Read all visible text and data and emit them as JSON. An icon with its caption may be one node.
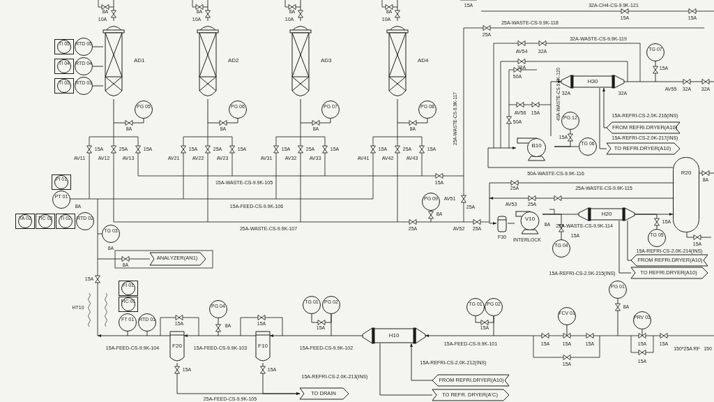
{
  "diagram": {
    "nodes": [
      {
        "text": [
          "AD1"
        ]
      },
      {
        "text": [
          "AD2"
        ]
      },
      {
        "text": [
          "AD3"
        ]
      },
      {
        "text": [
          "AD4"
        ]
      },
      {
        "text": [
          "TI 05"
        ]
      },
      {
        "text": [
          "RTD 05"
        ]
      },
      {
        "text": [
          "TI 04"
        ]
      },
      {
        "text": [
          "RTD 04"
        ]
      },
      {
        "text": [
          "TI 03"
        ]
      },
      {
        "text": [
          "RTD 03"
        ]
      },
      {
        "text": [
          "PG 05"
        ]
      },
      {
        "text": [
          "PG 06"
        ]
      },
      {
        "text": [
          "PG 07"
        ]
      },
      {
        "text": [
          "PG 08"
        ]
      },
      {
        "text": [
          "PI 01"
        ]
      },
      {
        "text": [
          "PT 01"
        ]
      },
      {
        "text": [
          "TA 02"
        ]
      },
      {
        "text": [
          "TIC 02"
        ]
      },
      {
        "text": [
          "TI 02"
        ]
      },
      {
        "text": [
          "RTD 02"
        ]
      },
      {
        "text": [
          "TG 03"
        ]
      },
      {
        "text": [
          "ANALYZER(AN1)"
        ]
      },
      {
        "text": [
          "FI 01"
        ]
      },
      {
        "text": [
          "FIC 01"
        ]
      },
      {
        "text": [
          "FT 01"
        ]
      },
      {
        "text": [
          "RTD 01"
        ]
      },
      {
        "text": [
          "F20"
        ]
      },
      {
        "text": [
          "PG 04"
        ]
      },
      {
        "text": [
          "F10"
        ]
      },
      {
        "text": [
          "TO DRAIN"
        ]
      },
      {
        "text": [
          "TG 01"
        ]
      },
      {
        "text": [
          "PG 02"
        ]
      },
      {
        "text": [
          "H10"
        ]
      },
      {
        "text": [
          "FROM REFRI.DRYER(A10)"
        ]
      },
      {
        "text": [
          "TO REFR. DRYER(A'C)"
        ]
      },
      {
        "text": [
          "TG 01"
        ]
      },
      {
        "text": [
          "PG 02"
        ]
      },
      {
        "text": [
          "FCV 01"
        ]
      },
      {
        "text": [
          "PG 01"
        ]
      },
      {
        "text": [
          "PRV 01"
        ]
      },
      {
        "text": [
          "PG 09"
        ]
      },
      {
        "text": [
          "TG 07"
        ]
      },
      {
        "text": [
          "H30"
        ]
      },
      {
        "text": [
          "PG 12"
        ]
      },
      {
        "text": [
          "B10"
        ]
      },
      {
        "text": [
          "TG 06"
        ]
      },
      {
        "text": [
          "FROM REFRI.DRYER(A10)"
        ]
      },
      {
        "text": [
          "TO REFRI.DRYER(A10)"
        ]
      },
      {
        "text": [
          "R20"
        ]
      },
      {
        "text": [
          "V10"
        ]
      },
      {
        "text": [
          "F30"
        ]
      },
      {
        "text": [
          "H20"
        ]
      },
      {
        "text": [
          "TG 04"
        ]
      },
      {
        "text": [
          "TG 05"
        ]
      },
      {
        "text": [
          "FROM REFRI.DRYER(A10)"
        ]
      },
      {
        "text": [
          "TO REFRI.DRYER(A10)"
        ]
      }
    ],
    "edges": [
      {
        "from": 32,
        "to": 28,
        "arrow": "to"
      },
      {
        "from": 28,
        "to": 26,
        "arrow": "to"
      },
      {
        "from": 26,
        "to": 29,
        "arrow": "to"
      },
      {
        "from": 28,
        "to": 29,
        "arrow": "to"
      },
      {
        "from": 33,
        "to": 32,
        "arrow": "to"
      },
      {
        "from": 32,
        "to": 34,
        "arrow": "none"
      },
      {
        "from": 44,
        "to": 42,
        "arrow": "to"
      },
      {
        "from": 46,
        "to": 42,
        "arrow": "to"
      },
      {
        "from": 42,
        "to": 47,
        "arrow": "none"
      },
      {
        "from": 48,
        "to": 44,
        "arrow": "to"
      },
      {
        "from": 48,
        "to": 50,
        "arrow": "to"
      },
      {
        "from": 49,
        "to": 51,
        "arrow": "none"
      },
      {
        "from": 51,
        "to": 48,
        "arrow": "to"
      },
      {
        "from": 50,
        "to": 49,
        "arrow": "none"
      },
      {
        "from": 54,
        "to": 51,
        "arrow": "none"
      },
      {
        "from": 51,
        "to": 55,
        "arrow": "none"
      },
      {
        "from": 5,
        "to": 0,
        "arrow": "none"
      },
      {
        "from": 7,
        "to": 0,
        "arrow": "none"
      },
      {
        "from": 9,
        "to": 0,
        "arrow": "none"
      },
      {
        "from": 44,
        "to": 45,
        "arrow": "none"
      },
      {
        "from": 0,
        "to": 10,
        "arrow": "none"
      },
      {
        "from": 1,
        "to": 11,
        "arrow": "none"
      },
      {
        "from": 2,
        "to": 12,
        "arrow": "none"
      },
      {
        "from": 3,
        "to": 13,
        "arrow": "none"
      },
      {
        "from": 0,
        "to": null,
        "arrow": "none"
      },
      {
        "from": 1,
        "to": null,
        "arrow": "none"
      },
      {
        "from": 2,
        "to": null,
        "arrow": "none"
      },
      {
        "from": 3,
        "to": null,
        "arrow": "none"
      },
      {
        "from": 15,
        "to": null,
        "arrow": "none"
      },
      {
        "from": null,
        "to": 20,
        "arrow": "none"
      },
      {
        "from": null,
        "to": 24,
        "arrow": "none"
      },
      {
        "from": null,
        "to": 25,
        "arrow": "none"
      },
      {
        "from": null,
        "to": 27,
        "arrow": "none"
      },
      {
        "from": 31,
        "to": 30,
        "arrow": "none"
      },
      {
        "from": null,
        "to": 31,
        "arrow": "none"
      },
      {
        "from": 36,
        "to": 35,
        "arrow": "none"
      },
      {
        "from": null,
        "to": 36,
        "arrow": "none"
      },
      {
        "from": null,
        "to": 37,
        "arrow": "none"
      },
      {
        "from": null,
        "to": 38,
        "arrow": "none"
      },
      {
        "from": null,
        "to": 39,
        "arrow": "none"
      },
      {
        "from": null,
        "to": 40,
        "arrow": "none"
      },
      {
        "from": null,
        "to": 41,
        "arrow": "none"
      },
      {
        "from": 44,
        "to": 43,
        "arrow": "none"
      },
      {
        "from": 49,
        "to": 52,
        "arrow": "none"
      },
      {
        "from": 51,
        "to": 53,
        "arrow": "none"
      },
      {
        "from": 26,
        "to": null,
        "arrow": "to"
      },
      {
        "from": null,
        "to": 32,
        "arrow": "to"
      },
      {
        "from": 42,
        "to": null,
        "arrow": "none"
      },
      {
        "from": 48,
        "to": null,
        "arrow": "to"
      },
      {
        "from": 48,
        "to": null,
        "arrow": "none"
      },
      {
        "from": 48,
        "to": null,
        "arrow": "none"
      },
      {
        "from": null,
        "to": 21,
        "arrow": "none"
      }
    ],
    "labels": [
      "8A",
      "10A",
      "8A",
      "10A",
      "8A",
      "10A",
      "8A",
      "10A",
      "8A",
      "8A",
      "8A",
      "8A",
      "AV11",
      "15A",
      "AV12",
      "25A",
      "AV13",
      "15A",
      "AV21",
      "15A",
      "AV22",
      "25A",
      "AV23",
      "15A",
      "AV31",
      "15A",
      "AV32",
      "25A",
      "AV33",
      "15A",
      "AV41",
      "15A",
      "AV42",
      "25A",
      "AV43",
      "15A",
      "15A-WASTE-CS-9.9K-105",
      "15A-FEED-CS-9.9K-106",
      "25A-WASTE-CS-9.9K-107",
      "15A",
      "8A",
      "25A-WASTE-CS-9.9K-117",
      "8A",
      "AV51",
      "25A",
      "25A",
      "AV52",
      "25A",
      "8A",
      "8A",
      "15A",
      "HT10",
      "15A",
      "15A-FEED-CS-9.9K-104",
      "15A",
      "8A",
      "15A",
      "15A-FEED-CS-9.9K-103",
      "15A",
      "25A-FEED-CS-9.9K-105",
      "15A",
      "15A-FEED-CS-9.9K-102",
      "15A-REFRI-CS-2.0K-212(INS)",
      "15A-REFRI-CS-2.0K-213(INS)",
      "15A",
      "15A-FEED-CS-9.9K-101",
      "15A",
      "15A",
      "15A",
      "15A",
      "8A",
      "15A",
      "15A",
      "15A",
      "150*25A RF",
      "150",
      "15A",
      "32A-CH4-CS-9.9K-121",
      "15A",
      "15A",
      "25A-WASTE-CS-9.9K-118",
      "25A",
      "AV54",
      "32A",
      "32A-WASTE-CS-9.9K-119",
      "32A",
      "15A",
      "50A",
      "40A-WASTE-CS-9.9K-120",
      "32A",
      "32A",
      "AV55",
      "32A",
      "32A",
      "AV56",
      "15A",
      "50A",
      "15A",
      "15A-REFRI-CS-2.0K-216(INS)",
      "15A-REFRI-CS-2.0K-217(INS)",
      "50A-WASTE-CS-9.9K-116",
      "8A",
      "25A",
      "25A-WASTE-CS-9.9K-115",
      "AV53",
      "25A",
      "INTERLOCK",
      "8A",
      "25A-WASTE-CS-9.9K-114",
      "15A",
      "15A",
      "15A",
      "15A-REFRI-CS-2.0K-214(INS)",
      "15A-REFRI-CS-2.0K-215(INS)"
    ]
  }
}
